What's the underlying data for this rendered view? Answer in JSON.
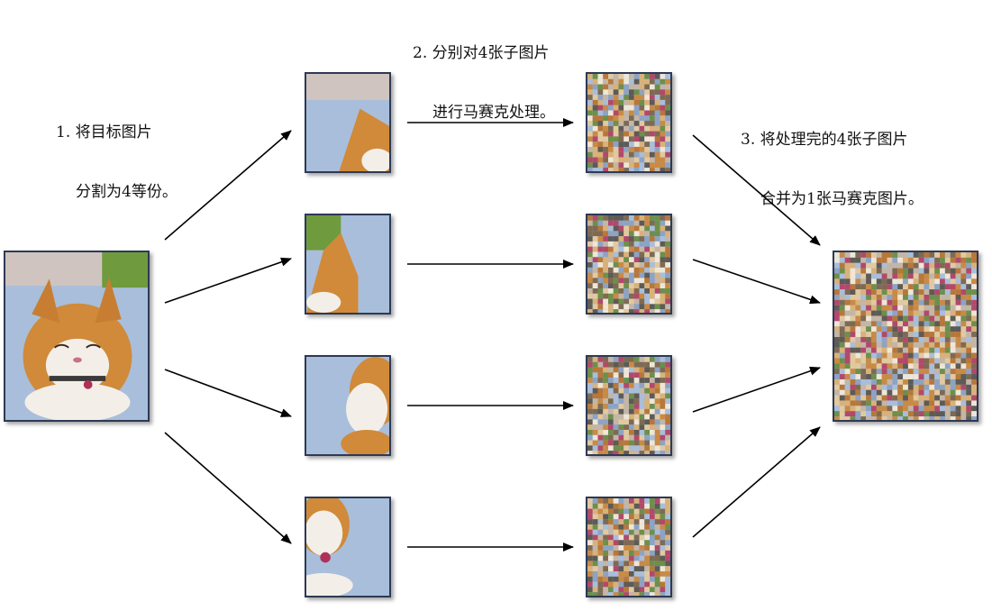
{
  "steps": {
    "step1": {
      "line1": "1. 将目标图片",
      "line2": "分割为4等份。"
    },
    "step2": {
      "line1": "2. 分别对4张子图片",
      "line2": "进行马赛克处理。"
    },
    "step3": {
      "line1": "3. 将处理完的4张子图片",
      "line2": "合并为1张马赛克图片。"
    }
  },
  "images": {
    "source": "cat-photo",
    "pieces": [
      "cat-piece-1",
      "cat-piece-2",
      "cat-piece-3",
      "cat-piece-4"
    ],
    "mosaic_pieces": [
      "mosaic-piece-1",
      "mosaic-piece-2",
      "mosaic-piece-3",
      "mosaic-piece-4"
    ],
    "result": "mosaic-cat-photo"
  },
  "colors": {
    "frame_border": "#2d3a55",
    "arrow": "#000000",
    "blanket_blue": "#9fb6d6",
    "cat_orange": "#d08a3a",
    "cat_white": "#f3efe8"
  }
}
